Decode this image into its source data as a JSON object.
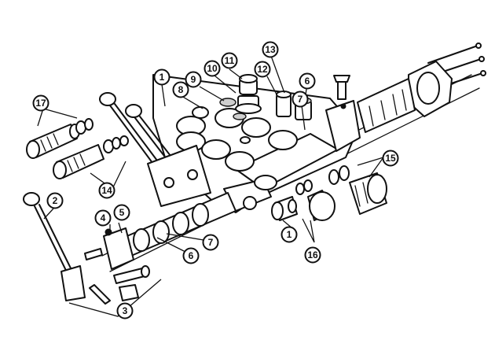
{
  "figure": {
    "callouts": [
      {
        "id": "c1a",
        "label": "1"
      },
      {
        "id": "c1b",
        "label": "1"
      },
      {
        "id": "c2",
        "label": "2"
      },
      {
        "id": "c3",
        "label": "3"
      },
      {
        "id": "c4",
        "label": "4"
      },
      {
        "id": "c5",
        "label": "5"
      },
      {
        "id": "c6a",
        "label": "6"
      },
      {
        "id": "c6b",
        "label": "6"
      },
      {
        "id": "c7a",
        "label": "7"
      },
      {
        "id": "c7b",
        "label": "7"
      },
      {
        "id": "c8",
        "label": "8"
      },
      {
        "id": "c9",
        "label": "9"
      },
      {
        "id": "c10",
        "label": "10"
      },
      {
        "id": "c11",
        "label": "11"
      },
      {
        "id": "c12",
        "label": "12"
      },
      {
        "id": "c13",
        "label": "13"
      },
      {
        "id": "c14",
        "label": "14"
      },
      {
        "id": "c15",
        "label": "15"
      },
      {
        "id": "c16",
        "label": "16"
      },
      {
        "id": "c17",
        "label": "17"
      }
    ]
  }
}
